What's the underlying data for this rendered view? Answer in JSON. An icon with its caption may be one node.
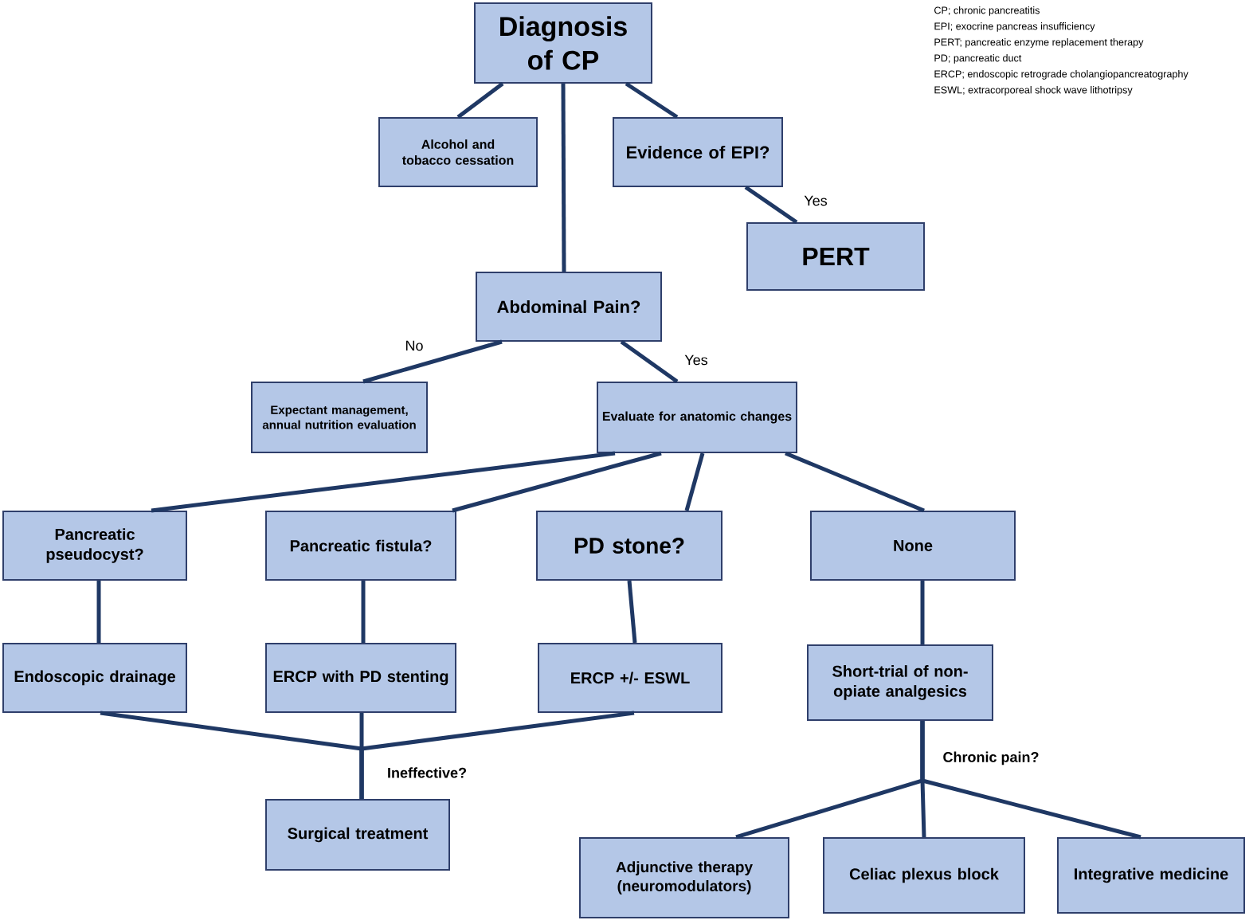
{
  "diagram": {
    "nodes": [
      {
        "text": [
          "Diagnosis of CP"
        ]
      },
      {
        "text": [
          "Alcohol and tobacco cessation"
        ]
      },
      {
        "text": [
          "Evidence of EPI?"
        ]
      },
      {
        "text": [
          "PERT"
        ]
      },
      {
        "text": [
          "Abdominal Pain?"
        ]
      },
      {
        "text": [
          "Expectant management, annual nutrition evaluation"
        ]
      },
      {
        "text": [
          "Evaluate for anatomic changes"
        ]
      },
      {
        "text": [
          "Pancreatic pseudocyst?"
        ]
      },
      {
        "text": [
          "Pancreatic fistula?"
        ]
      },
      {
        "text": [
          "PD stone?"
        ]
      },
      {
        "text": [
          "None"
        ]
      },
      {
        "text": [
          "Endoscopic drainage"
        ]
      },
      {
        "text": [
          "ERCP with PD stenting"
        ]
      },
      {
        "text": [
          "ERCP +/- ESWL"
        ]
      },
      {
        "text": [
          "Short-trial of non-opiate analgesics"
        ]
      },
      {
        "text": [
          "Surgical treatment"
        ]
      },
      {
        "text": [
          "Adjunctive therapy (neuromodulators)"
        ]
      },
      {
        "text": [
          "Celiac plexus block"
        ]
      },
      {
        "text": [
          "Integrative medicine"
        ]
      }
    ],
    "edges": [
      {
        "from": 0,
        "to": 1,
        "arrow": "none"
      },
      {
        "from": 0,
        "to": 2,
        "arrow": "none"
      },
      {
        "from": 0,
        "to": 4,
        "arrow": "none"
      },
      {
        "from": 2,
        "to": 3,
        "arrow": "none",
        "label": "Yes"
      },
      {
        "from": 4,
        "to": 5,
        "arrow": "none",
        "label": "No"
      },
      {
        "from": 4,
        "to": 6,
        "arrow": "none",
        "label": "Yes"
      },
      {
        "from": 6,
        "to": 7,
        "arrow": "none"
      },
      {
        "from": 6,
        "to": 8,
        "arrow": "none"
      },
      {
        "from": 6,
        "to": 9,
        "arrow": "none"
      },
      {
        "from": 6,
        "to": 10,
        "arrow": "none"
      },
      {
        "from": 7,
        "to": 11,
        "arrow": "none"
      },
      {
        "from": 8,
        "to": 12,
        "arrow": "none"
      },
      {
        "from": 9,
        "to": 13,
        "arrow": "none"
      },
      {
        "from": 10,
        "to": 14,
        "arrow": "none"
      },
      {
        "from": 11,
        "to": 15,
        "arrow": "none"
      },
      {
        "from": 12,
        "to": 15,
        "arrow": "none",
        "label": "Ineffective?"
      },
      {
        "from": 13,
        "to": 15,
        "arrow": "none"
      },
      {
        "from": 14,
        "to": 16,
        "arrow": "none"
      },
      {
        "from": 14,
        "to": 17,
        "arrow": "none",
        "label": "Chronic pain?"
      },
      {
        "from": 14,
        "to": 18,
        "arrow": "none"
      }
    ],
    "labels": [
      "CP; chronic pancreatitis",
      "EPI; exocrine pancreas insufficiency",
      "PERT; pancreatic enzyme replacement therapy",
      "PD; pancreatic duct",
      "ERCP; endoscopic retrograde cholangiopancreatography",
      "ESWL; extracorporeal shock wave lithotripsy"
    ]
  }
}
